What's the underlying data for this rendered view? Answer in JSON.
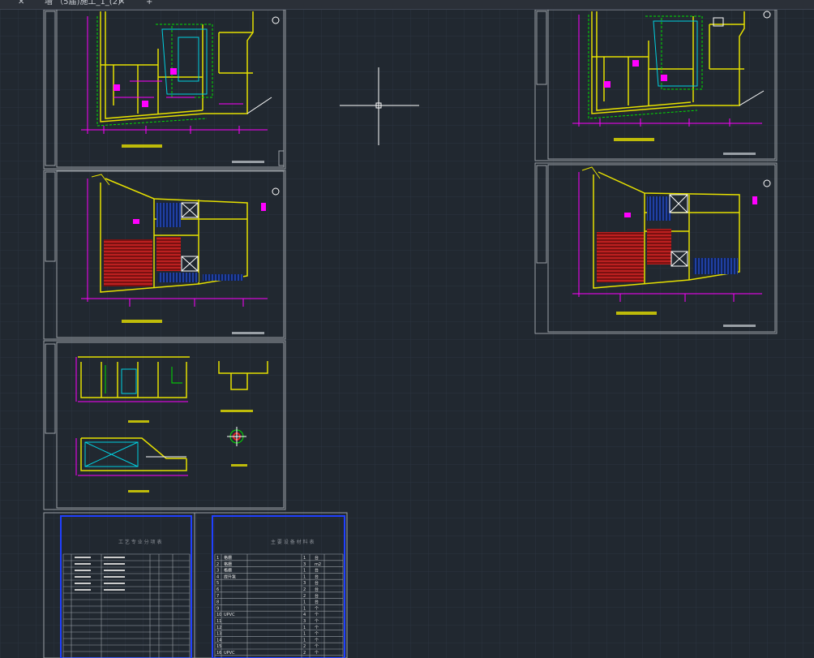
{
  "app": {
    "tabs": [
      {
        "label": "",
        "close_glyph": "✕"
      },
      {
        "label": "墙 （5届)施工_1_(2)",
        "close_glyph": "✕"
      },
      {
        "label": "",
        "close_glyph": "+"
      }
    ]
  },
  "colors": {
    "background": "#212830",
    "grid": "#2c3440",
    "sheet_border": "#9aa0a6",
    "yellow": "#e6e000",
    "magenta": "#ff00ff",
    "cyan": "#00d0e0",
    "green": "#00e000",
    "red": "#e02020",
    "blue": "#2040ff",
    "white": "#ffffff"
  },
  "tables": {
    "left": {
      "title": "工 艺 专 业 分 项 表"
    },
    "right": {
      "title": "主 要 设 备 材 料 表",
      "rows": [
        [
          "1",
          "格栅",
          "",
          "1",
          "台"
        ],
        [
          "2",
          "格栅",
          "",
          "3",
          "m2"
        ],
        [
          "3",
          "格栅",
          "",
          "1",
          "台"
        ],
        [
          "4",
          "提升泵",
          "",
          "1",
          "台"
        ],
        [
          "5",
          "",
          "",
          "3",
          "台"
        ],
        [
          "6",
          "",
          "",
          "2",
          "台"
        ],
        [
          "7",
          "",
          "",
          "2",
          "台"
        ],
        [
          "8",
          "",
          "",
          "1",
          "台"
        ],
        [
          "9",
          "",
          "",
          "1",
          "个"
        ],
        [
          "10",
          "UPVC",
          "",
          "4",
          "个"
        ],
        [
          "11",
          "",
          "",
          "3",
          "个"
        ],
        [
          "12",
          "",
          "",
          "1",
          "个"
        ],
        [
          "13",
          "",
          "",
          "1",
          "个"
        ],
        [
          "14",
          "",
          "",
          "1",
          "个"
        ],
        [
          "15",
          "",
          "",
          "2",
          "个"
        ],
        [
          "16",
          "UPVC",
          "",
          "2",
          "个"
        ]
      ]
    }
  }
}
